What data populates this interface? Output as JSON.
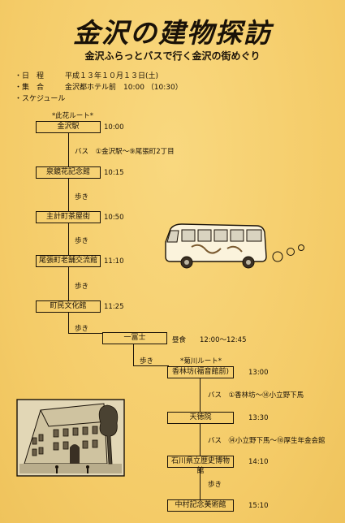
{
  "header": {
    "title": "金沢の建物探訪",
    "subtitle": "金沢ふらっとバスで行く金沢の街めぐり"
  },
  "info": {
    "date_label": "・日　程",
    "date_value": "平成１３年１０月１３日(土)",
    "meet_label": "・集　合",
    "meet_value": "金沢都ホテル前　10:00 （10:30）",
    "schedule_label": "・スケジュール"
  },
  "routes": {
    "hikabana": "*此花ルート*",
    "kikugawa": "*菊川ルート*"
  },
  "stops": [
    {
      "name": "金沢駅",
      "time": "10:00"
    },
    {
      "name": "泉鏡花記念館",
      "time": "10:15"
    },
    {
      "name": "主計町茶屋街",
      "time": "10:50"
    },
    {
      "name": "尾張町老舗交流館",
      "time": "11:10"
    },
    {
      "name": "町民文化館",
      "time": "11:25"
    },
    {
      "name": "一冨士",
      "time": "昼食　　12:00～12:45"
    },
    {
      "name": "香林坊(福音館前)",
      "time": "13:00"
    },
    {
      "name": "天徳院",
      "time": "13:30"
    },
    {
      "name": "石川県立歴史博物館",
      "time": "14:10"
    },
    {
      "name": "中村記念美術館",
      "time": "15:10"
    }
  ],
  "legs": [
    "バス　①金沢駅～⑨尾張町2丁目",
    "歩き",
    "歩き",
    "歩き",
    "歩き",
    "歩き",
    "バス　①香林坊～⑭小立野下馬",
    "バス　⑭小立野下馬～⑱厚生年金会館",
    "歩き"
  ]
}
